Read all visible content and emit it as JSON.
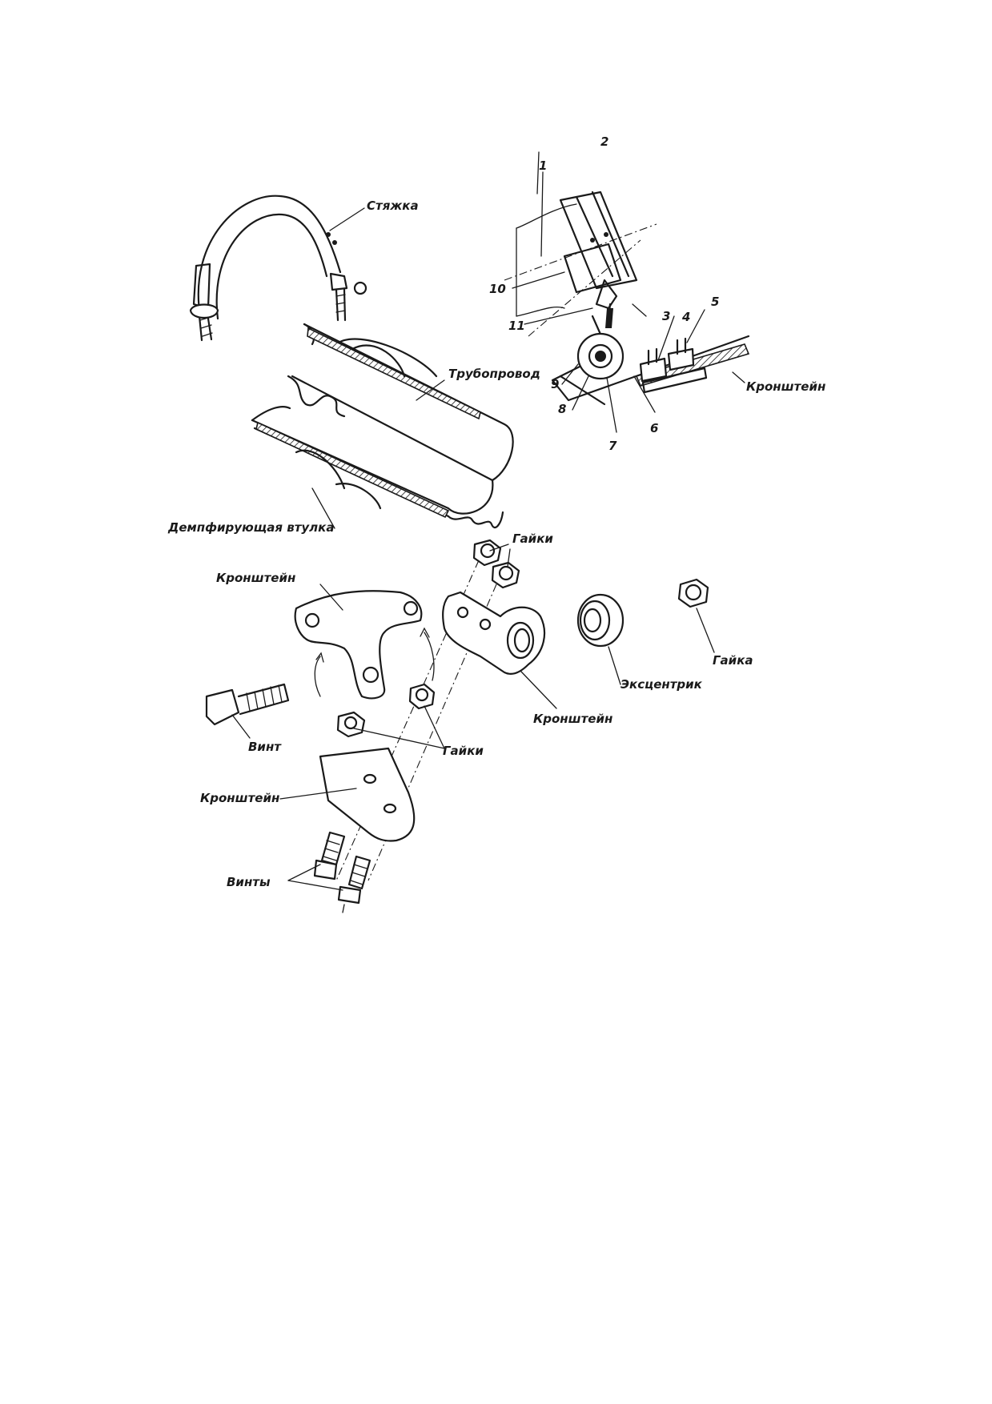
{
  "labels": {
    "tie": "Стяжка",
    "pipeline": "Трубопровод",
    "damping_sleeve": "Демпфирующая втулка",
    "nuts_top": "Гайки",
    "bracket_upper_left": "Кронштейн",
    "bracket_middle": "Кронштейн",
    "bracket_lower": "Кронштейн",
    "bracket_detail": "Кронштейн",
    "eccentric": "Эксцентрик",
    "nut_single": "Гайка",
    "screw": "Винт",
    "nuts_bottom": "Гайки",
    "screws": "Винты"
  },
  "callouts": [
    "1",
    "2",
    "3",
    "4",
    "5",
    "6",
    "7",
    "8",
    "9",
    "10",
    "11"
  ]
}
